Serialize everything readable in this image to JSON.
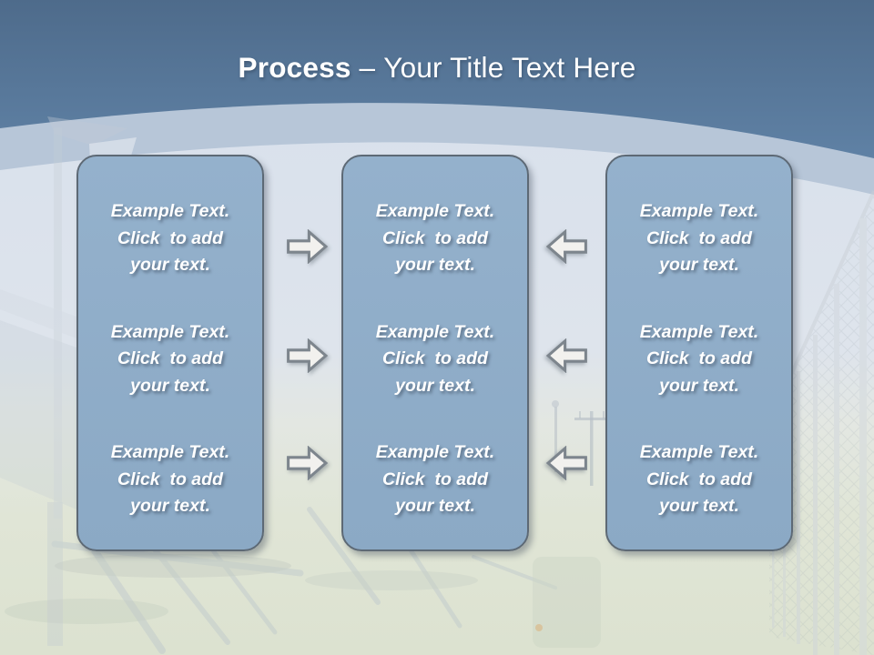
{
  "title": {
    "bold": "Process",
    "separator": "–",
    "rest": "Your Title Text Here",
    "full": "Process – Your Title Text Here"
  },
  "columns": [
    {
      "name": "left-process-box",
      "blocks": [
        {
          "lines": [
            "Example Text.",
            "Click  to add",
            "your text."
          ]
        },
        {
          "lines": [
            "Example Text.",
            "Click  to add",
            "your text."
          ]
        },
        {
          "lines": [
            "Example Text.",
            "Click  to add",
            "your text."
          ]
        }
      ]
    },
    {
      "name": "middle-process-box",
      "blocks": [
        {
          "lines": [
            "Example Text.",
            "Click  to add",
            "your text."
          ]
        },
        {
          "lines": [
            "Example Text.",
            "Click  to add",
            "your text."
          ]
        },
        {
          "lines": [
            "Example Text.",
            "Click  to add",
            "your text."
          ]
        }
      ]
    },
    {
      "name": "right-process-box",
      "blocks": [
        {
          "lines": [
            "Example Text.",
            "Click  to add",
            "your text."
          ]
        },
        {
          "lines": [
            "Example Text.",
            "Click  to add",
            "your text."
          ]
        },
        {
          "lines": [
            "Example Text.",
            "Click  to add",
            "your text."
          ]
        }
      ]
    }
  ],
  "connectors": [
    {
      "direction": "right"
    },
    {
      "direction": "right"
    },
    {
      "direction": "right"
    },
    {
      "direction": "left"
    },
    {
      "direction": "left"
    },
    {
      "direction": "left"
    }
  ],
  "colors": {
    "header_gradient_top": "#4e6b8b",
    "header_gradient_bottom": "#6589ae",
    "arc_band": "#b7c6d8",
    "body_light_blue": "#dfe5ec",
    "grass": "#dde3d2",
    "box_fill": "#8fadc9",
    "box_border": "#5d6975",
    "box_text": "#ffffff",
    "arrow_fill": "#f2f1ee",
    "arrow_stroke": "#7d858d",
    "title_text": "#ffffff"
  }
}
